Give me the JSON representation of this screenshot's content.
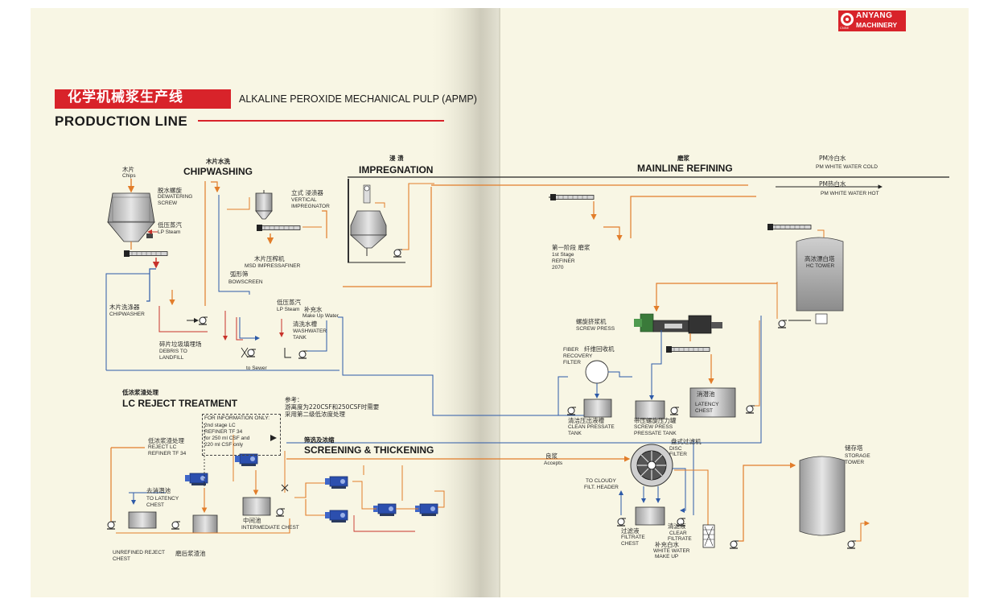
{
  "brand": {
    "name": "ANYANG",
    "sub": "MACHINERY",
    "cn_small": "CNSE"
  },
  "title": {
    "cn": "化学机械浆生产线",
    "en": "ALKALINE PEROXIDE MECHANICAL PULP (APMP)",
    "line2": "PRODUCTION LINE"
  },
  "sections": {
    "chipwashing_cn": "木片水洗",
    "chipwashing": "CHIPWASHING",
    "impregnation_cn": "浸 渍",
    "impregnation": "IMPREGNATION",
    "mainline_cn": "磨浆",
    "mainline": "MAINLINE REFINING",
    "lc_reject_cn": "低浓浆渣处理",
    "lc_reject": "LC  REJECT TREATMENT",
    "screening_cn": "筛选及浓缩",
    "screening": "SCREENING & THICKENING"
  },
  "labels": {
    "chips_cn": "木片",
    "chips_en": "Chips",
    "dewatering_cn": "脱水螺旋",
    "dewatering_en1": "DEWATERING",
    "dewatering_en2": "SCREW",
    "lpsteam_cn": "低压蒸汽",
    "lpsteam_en": "LP Steam",
    "vert_imp_cn": "立式 浸渍器",
    "vert_imp_en1": "VERTICAL",
    "vert_imp_en2": "IMPREGNATOR",
    "msd_cn": "木片压榨机",
    "msd_en": "MSD  IMPRESSAFINER",
    "bowscreen_cn": "弧形筛",
    "bowscreen_en": "BOWSCREEN",
    "chipwasher_cn": "木片洗涤器",
    "chipwasher_en": "CHIPWASHER",
    "lpsteam2_cn": "低压蒸汽",
    "lpsteam2_en": "LP Steam",
    "makeup_cn": "补充水",
    "makeup_en": "Make Up Water",
    "washwater_cn": "清洗水槽",
    "washwater_en1": "WASHWATER",
    "washwater_en2": "TANK",
    "debris_cn": "碎片垃圾填埋场",
    "debris_en1": "DEBRIS TO",
    "debris_en2": "LANDFILL",
    "to_sewer": "to Sewer",
    "stage1_cn": "第一阶段 磨浆",
    "stage1_en1": "1st Stage",
    "stage1_en2": "REFINER",
    "stage1_en3": "2070",
    "pm_cold_cn": "PM冷白水",
    "pm_cold_en": "PM WHITE WATER  COLD",
    "pm_hot_cn": "PM热白水",
    "pm_hot_en": "PM WHITE WATER  HOT",
    "hc_tower_cn": "高浓漂白塔",
    "hc_tower_en": "HC TOWER",
    "screw_press_cn": "螺旋挤浆机",
    "screw_press_en": "SCREW PRESS",
    "fiber_en1": "FIBER",
    "fiber_cn": "纤维回收机",
    "fiber_en2": "RECOVERY",
    "fiber_en3": "FILTER",
    "latency_cn": "消潜池",
    "latency_en1": "LATENCY",
    "latency_en2": "CHEST",
    "clean_cn": "清洁压出液槽",
    "clean_en1": "CLEAN PRESSATE",
    "clean_en2": "TANK",
    "screwpress_tank_cn": "带压螺旋压力罐",
    "screwpress_tank_en1": "SCREW PRESS",
    "screwpress_tank_en2": "PRESSATE TANK",
    "disc_cn": "盘式过滤机",
    "disc_en1": "DISC",
    "disc_en2": "FILTER",
    "accepts_cn": "良浆",
    "accepts_en": "Accepts",
    "cloudy_en1": "TO CLOUDY",
    "cloudy_en2": "FILT. HEADER",
    "filtrate_cn": "过滤液",
    "filtrate_en1": "FILTRATE",
    "filtrate_en2": "CHEST",
    "clear_cn": "清滤液",
    "clear_en1": "CLEAR",
    "clear_en2": "FILTRATE",
    "white_cn": "补充白水",
    "white_en1": "WHITE WATER",
    "white_en2": "MAKE UP",
    "storage_cn": "储存塔",
    "storage_en1": "STORAGE",
    "storage_en2": "TOWER",
    "ref_cn1": "参考：",
    "ref_cn2": "游离度为220CSF和250CSF时需要",
    "ref_cn3": "采用第二级低浓度处理",
    "info1": "FOR INFORMATION ONLY:",
    "info2": "2nd stage LC",
    "info3": "REFINER TF 34",
    "info4": "for 250 ml CSF and",
    "info5": "220 ml CSF only",
    "reject_lc_cn": "低浓浆渣处理",
    "reject_lc_en1": "REJECT LC",
    "reject_lc_en2": "REFINER TF 34",
    "to_latency_cn": "去消潜池",
    "to_latency_en1": "TO  LATENCY",
    "to_latency_en2": "CHEST",
    "intermediate_cn": "中间池",
    "intermediate_en": "INTERMEDIATE CHEST",
    "unrefined_en1": "UNREFINED REJECT",
    "unrefined_en2": "CHEST",
    "after_reject_cn": "磨后浆渣池"
  },
  "colors": {
    "accent_red": "#d8232a",
    "stock_line": "#e27d2a",
    "water_line": "#2d5aa8",
    "reject_line": "#c8322a",
    "equip_blue": "#2c4fae",
    "equip_green": "#3a7a3a",
    "paper": "#f8f6e4"
  }
}
